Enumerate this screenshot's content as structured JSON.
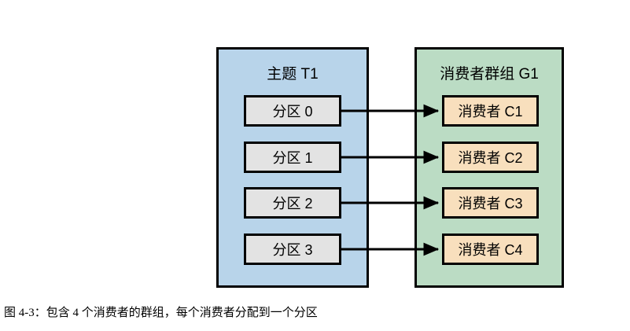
{
  "diagram": {
    "type": "kafka-consumer-group-assignment",
    "caption": "图 4-3：包含 4 个消费者的群组，每个消费者分配到一个分区",
    "colors": {
      "topic_panel_fill": "#b8d4ea",
      "group_panel_fill": "#bbdcc4",
      "partition_fill": "#e3e3e3",
      "consumer_fill": "#f8dfbd",
      "stroke": "#000000",
      "background": "#ffffff"
    },
    "topic_panel": {
      "title": "主题 T1",
      "partitions": [
        {
          "label": "分区 0"
        },
        {
          "label": "分区 1"
        },
        {
          "label": "分区 2"
        },
        {
          "label": "分区 3"
        }
      ]
    },
    "group_panel": {
      "title": "消费者群组 G1",
      "consumers": [
        {
          "label": "消费者 C1"
        },
        {
          "label": "消费者 C2"
        },
        {
          "label": "消费者 C3"
        },
        {
          "label": "消费者 C4"
        }
      ]
    },
    "assignments": [
      {
        "from": "分区 0",
        "to": "消费者 C1"
      },
      {
        "from": "分区 1",
        "to": "消费者 C2"
      },
      {
        "from": "分区 2",
        "to": "消费者 C3"
      },
      {
        "from": "分区 3",
        "to": "消费者 C4"
      }
    ]
  }
}
